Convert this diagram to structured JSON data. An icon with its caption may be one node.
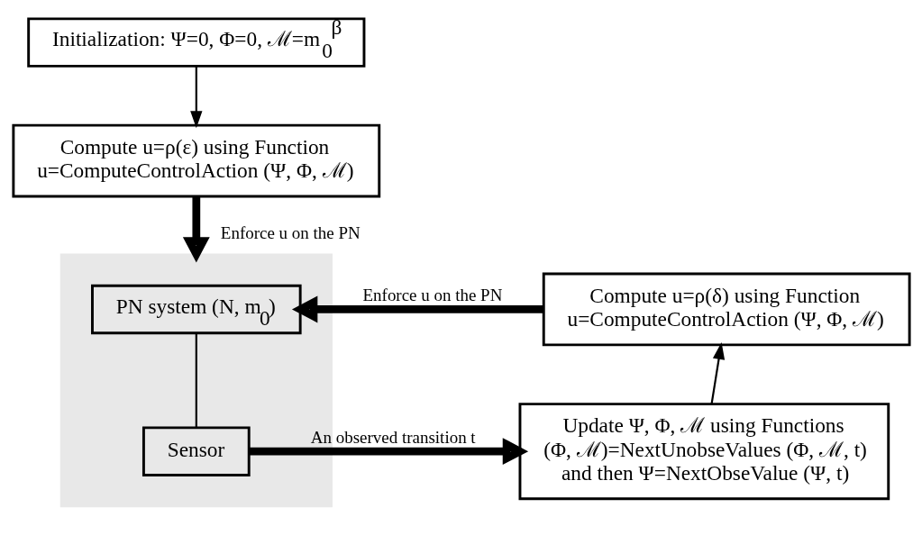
{
  "diagram": {
    "nodes": [
      {
        "text": [
          "Initialization: Ψ=0, Φ=0, ℳ=m$_{0}$$^{β}$"
        ]
      },
      {
        "text": [
          "Compute u=ρ(ε) using Function u=ComputeControlAction (Ψ, Φ, ℳ)"
        ]
      },
      {
        "text": [],
        "shape": "box"
      },
      {
        "text": [
          "PN system (N, m$_{0}$)"
        ],
        "in": 2
      },
      {
        "text": [
          "Sensor"
        ],
        "in": 2
      },
      {
        "text": [
          "Compute u=ρ(δ) using Function u=ComputeControlAction (Ψ, Φ, ℳ)"
        ]
      },
      {
        "text": [
          "Update Ψ, Φ, ℳ using Functions (Φ, ℳ)=NextUnobseValues (Φ, ℳ, t) and then Ψ=NextObseValue (Ψ, t)"
        ]
      }
    ],
    "edges": [
      {
        "from": 0,
        "to": 1,
        "arrow": "to"
      },
      {
        "from": 1,
        "to": 2,
        "arrow": "to",
        "label": "Enforce u on the PN",
        "style": "thick"
      },
      {
        "from": 5,
        "to": 3,
        "arrow": "to",
        "label": "Enforce u on the PN",
        "style": "thick"
      },
      {
        "from": 3,
        "to": 4,
        "arrow": "none"
      },
      {
        "from": 4,
        "to": 6,
        "arrow": "to",
        "label": "An observed transition t",
        "style": "thick"
      },
      {
        "from": 6,
        "to": 5,
        "arrow": "to"
      }
    ]
  }
}
